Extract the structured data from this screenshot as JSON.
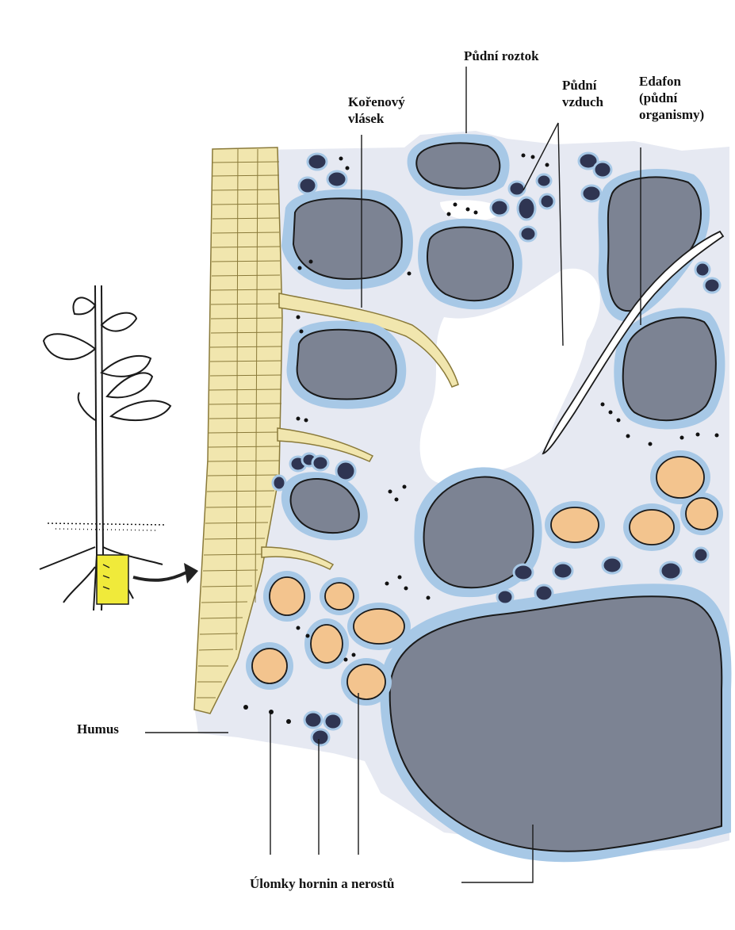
{
  "labels": {
    "pudni_roztok": "Půdní roztok",
    "korenovy_vlasek_1": "Kořenový",
    "korenovy_vlasek_2": "vlásek",
    "pudni_vzduch_1": "Půdní",
    "pudni_vzduch_2": "vzduch",
    "edafon_1": "Edafon",
    "edafon_2": "(půdní",
    "edafon_3": "organismy)",
    "humus": "Humus",
    "ulomky": "Úlomky hornin a nerostů"
  },
  "colors": {
    "soil_background": "#e6e9f2",
    "water_film": "#a7c8e6",
    "rock": "#7c8393",
    "mineral": "#f3c48e",
    "organic_particle": "#2f3552",
    "root_tissue": "#f1e6ae",
    "root_outline": "#8a7a3a",
    "zoom_box": "#f0ea3a",
    "outline": "#1a1a1a"
  }
}
